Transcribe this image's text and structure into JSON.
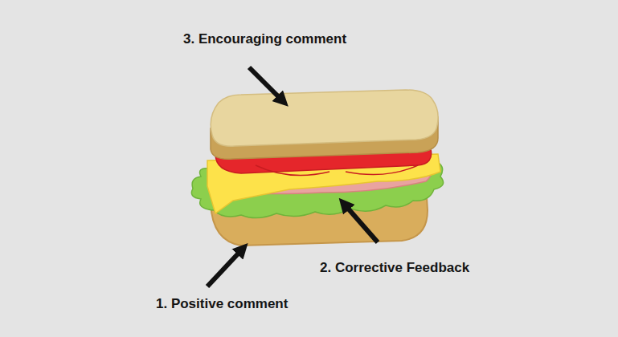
{
  "diagram": {
    "labels": [
      "3. Encouraging comment",
      "2. Corrective Feedback",
      "1. Positive comment"
    ]
  }
}
